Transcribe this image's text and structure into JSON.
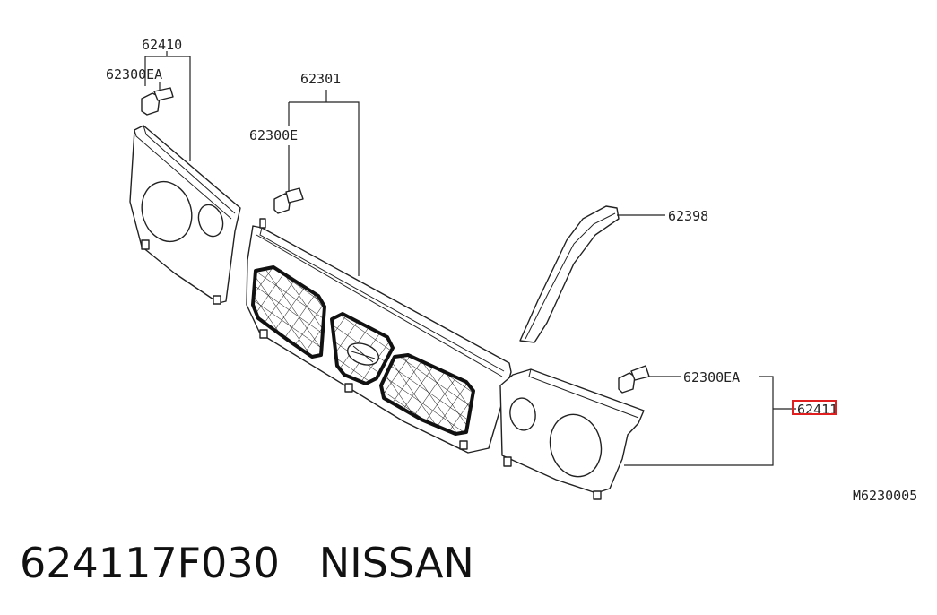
{
  "labels": {
    "p62410": "62410",
    "p62300EA_left": "62300EA",
    "p62301": "62301",
    "p62300E": "62300E",
    "p62398": "62398",
    "p62300EA_right": "62300EA",
    "p62411": "62411",
    "ref": "M6230005"
  },
  "highlight": {
    "part": "62411",
    "color": "#e02020"
  },
  "caption": {
    "part_number": "624117F030",
    "brand": "NISSAN"
  }
}
